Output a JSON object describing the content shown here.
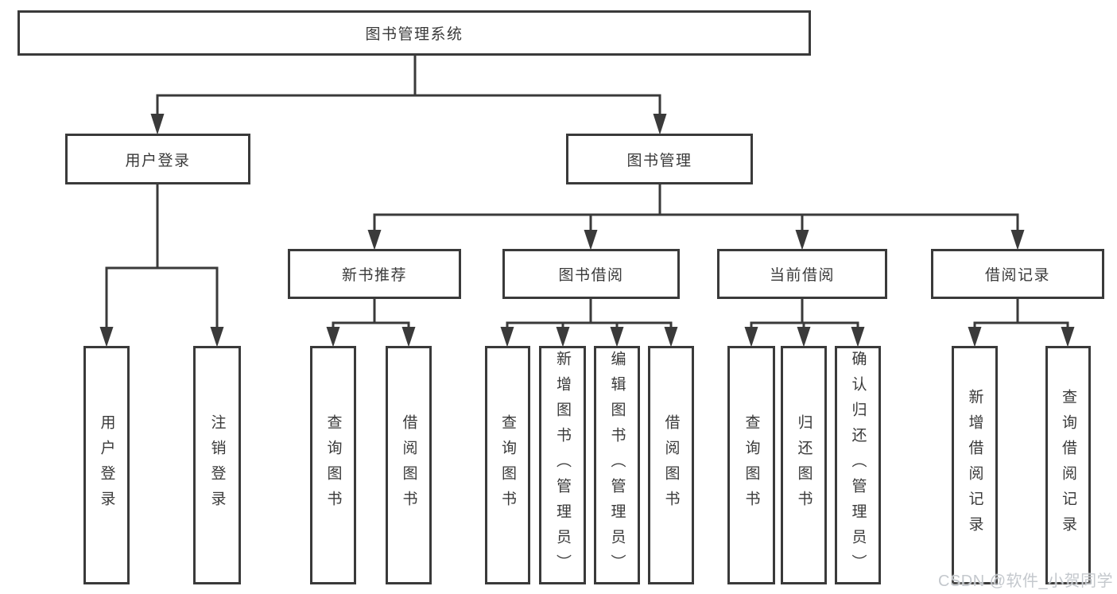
{
  "colors": {
    "background": "#ffffff",
    "line": "#3a3a3a",
    "box_border": "#3a3a3a",
    "text": "#3a3a3a",
    "watermark": "#c4c8cd"
  },
  "tree": {
    "root": {
      "label": "图书管理系统",
      "children": [
        {
          "label": "用户登录",
          "children": [
            {
              "label": "用户登录"
            },
            {
              "label": "注销登录"
            }
          ]
        },
        {
          "label": "图书管理",
          "children": [
            {
              "label": "新书推荐",
              "children": [
                {
                  "label": "查询图书"
                },
                {
                  "label": "借阅图书"
                }
              ]
            },
            {
              "label": "图书借阅",
              "children": [
                {
                  "label": "查询图书"
                },
                {
                  "label": "新增图书（管理员）"
                },
                {
                  "label": "编辑图书（管理员）"
                },
                {
                  "label": "借阅图书"
                }
              ]
            },
            {
              "label": "当前借阅",
              "children": [
                {
                  "label": "查询图书"
                },
                {
                  "label": "归还图书"
                },
                {
                  "label": "确认归还（管理员）"
                }
              ]
            },
            {
              "label": "借阅记录",
              "children": [
                {
                  "label": "新增借阅记录"
                },
                {
                  "label": "查询借阅记录"
                }
              ]
            }
          ]
        }
      ]
    }
  },
  "watermark": {
    "text": "CSDN @软件_小贺同学"
  }
}
